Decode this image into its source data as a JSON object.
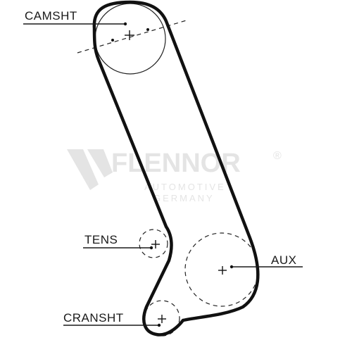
{
  "labels": {
    "camshaft": "CAMSHT",
    "tensioner": "TENS",
    "auxiliary": "AUX",
    "crankshaft": "CRANSHT"
  },
  "watermark": {
    "brand": "FLENNOR",
    "registered": "®",
    "line1": "AUTOMOTIVE",
    "line2": "GERMANY"
  },
  "colors": {
    "stroke": "#111111",
    "watermark": "#e2e2e2"
  }
}
